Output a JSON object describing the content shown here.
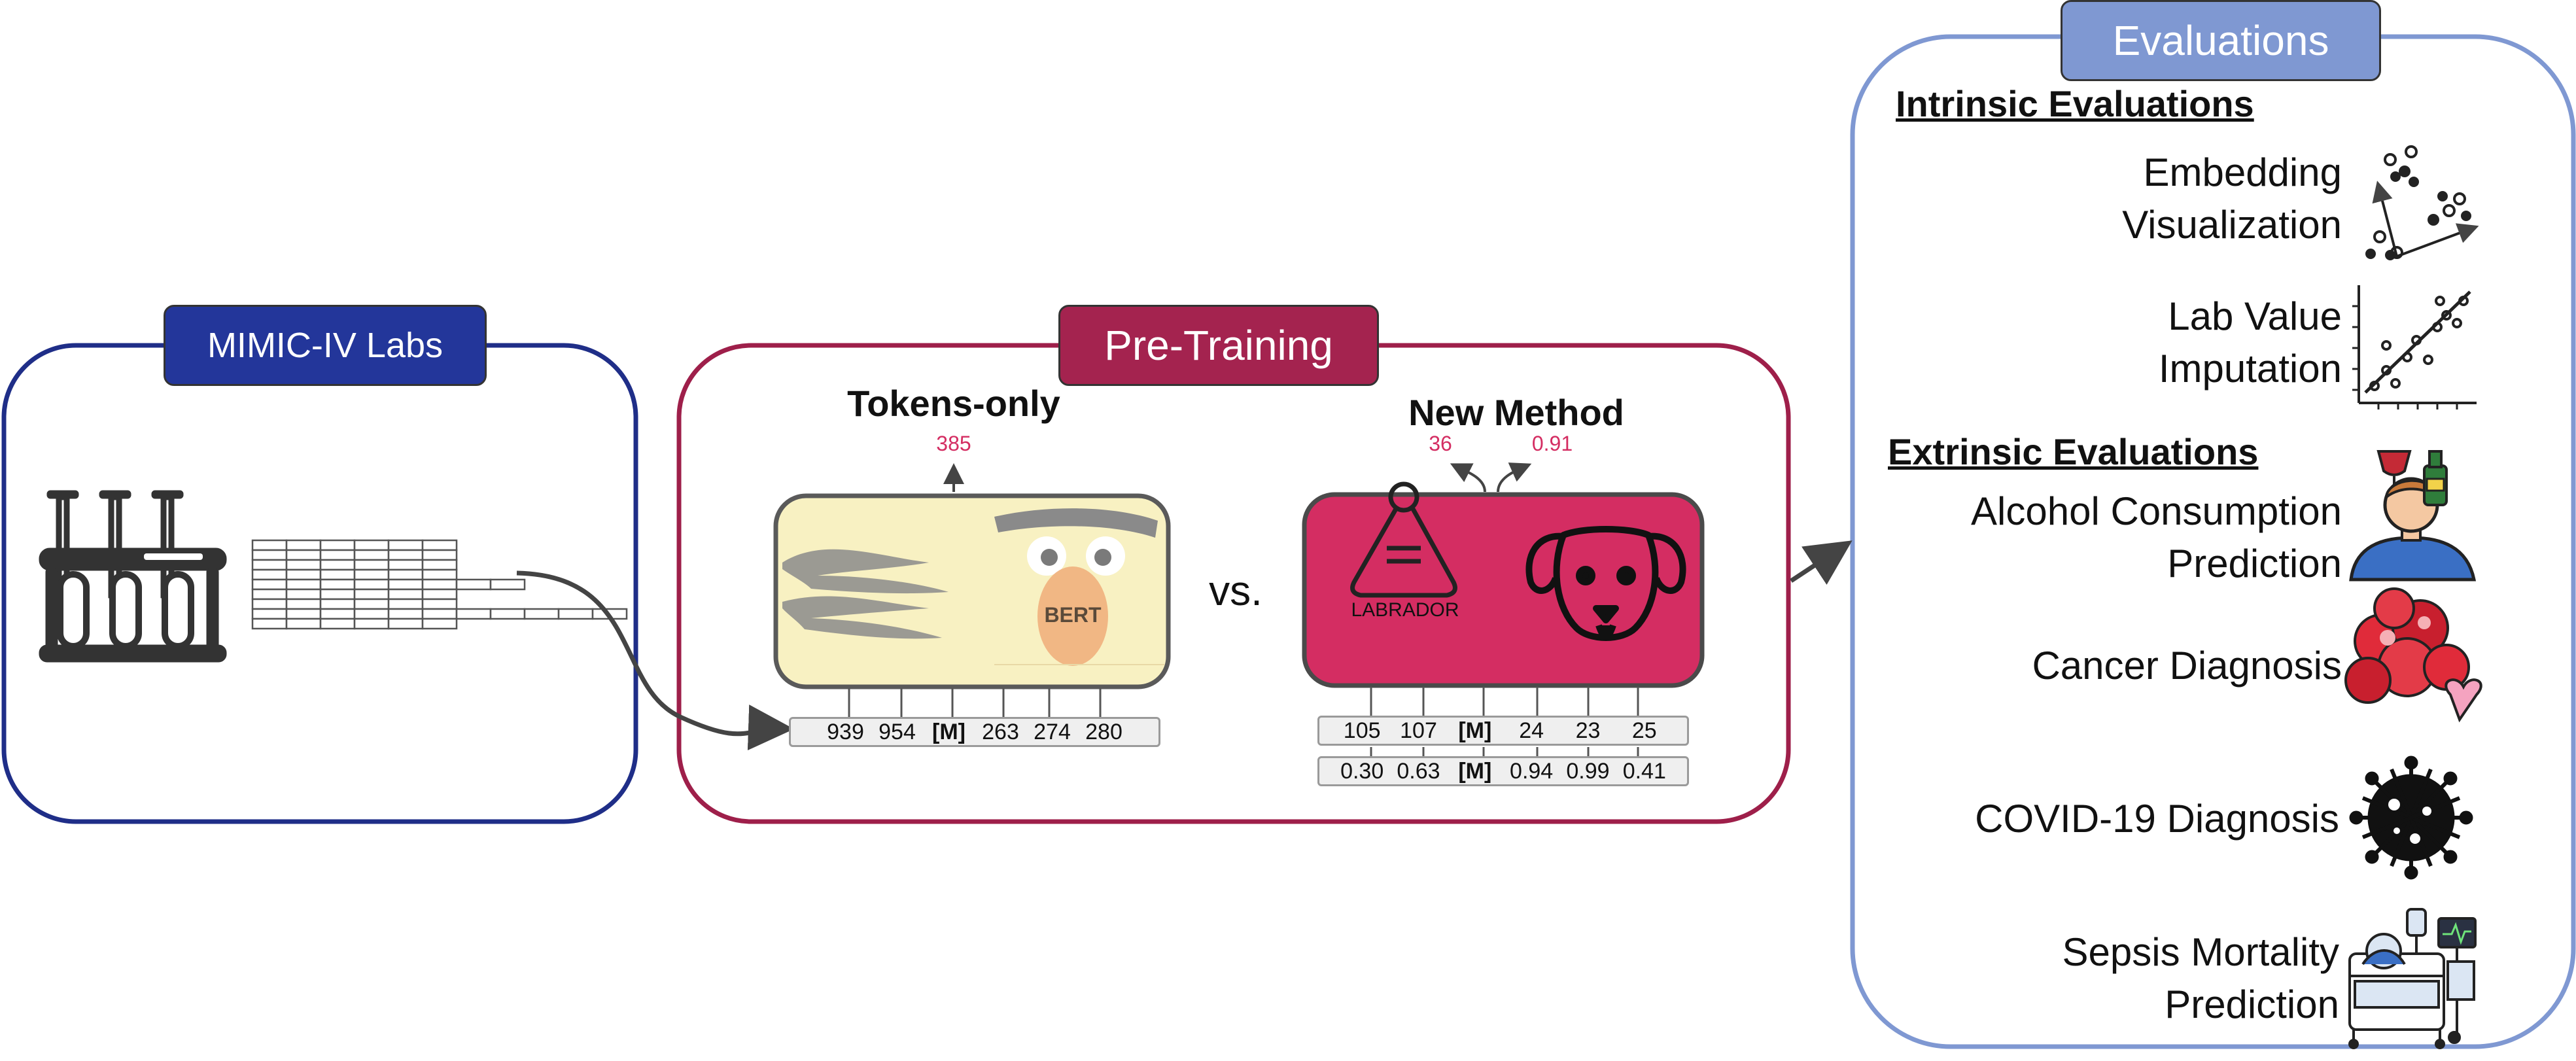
{
  "colors": {
    "mimic_border": "#1f2e88",
    "mimic_title_bg": "#23369a",
    "pretrain_border": "#9e1f4a",
    "pretrain_title_bg": "#a4234f",
    "eval_border": "#7f98d2",
    "eval_title_bg": "#7f98d2",
    "labrador_bg": "#d42d62",
    "bert_bg": "#f8f1c2",
    "highlight_number": "#d42d62"
  },
  "mimic": {
    "title": "MIMIC-IV Labs",
    "icons": [
      "test-tube-rack-icon",
      "data-table-icon"
    ]
  },
  "pretraining": {
    "title": "Pre-Training",
    "tokens_only": {
      "label": "Tokens-only",
      "prediction": "385",
      "model_label": "BERT",
      "tokens": [
        "939",
        "954",
        "[M]",
        "263",
        "274",
        "280"
      ]
    },
    "versus": "vs.",
    "new_method": {
      "label": "New Method",
      "prediction_token": "36",
      "prediction_value": "0.91",
      "model_label": "LABRADOR",
      "tokens": [
        "105",
        "107",
        "[M]",
        "24",
        "23",
        "25"
      ],
      "values": [
        "0.30",
        "0.63",
        "[M]",
        "0.94",
        "0.99",
        "0.41"
      ]
    }
  },
  "evaluations": {
    "title": "Evaluations",
    "intrinsic": {
      "heading": "Intrinsic Evaluations",
      "items": [
        {
          "line1": "Embedding",
          "line2": "Visualization",
          "icon": "scatter-plot-icon"
        },
        {
          "line1": "Lab Value",
          "line2": "Imputation",
          "icon": "regression-plot-icon"
        }
      ]
    },
    "extrinsic": {
      "heading": "Extrinsic Evaluations",
      "items": [
        {
          "line1": "Alcohol Consumption",
          "line2": "Prediction",
          "icon": "person-with-drinks-icon"
        },
        {
          "line1": "Cancer Diagnosis",
          "line2": "",
          "icon": "cancer-cells-icon"
        },
        {
          "line1": "COVID-19 Diagnosis",
          "line2": "",
          "icon": "virus-icon"
        },
        {
          "line1": "Sepsis Mortality",
          "line2": "Prediction",
          "icon": "icu-patient-icon"
        }
      ]
    }
  }
}
